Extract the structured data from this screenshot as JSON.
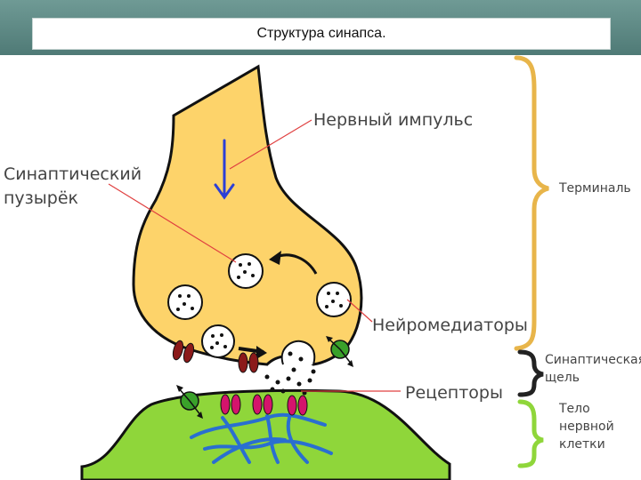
{
  "title": "Структура синапса.",
  "labels": {
    "nerve_impulse": "Нервный импульс",
    "vesicle": "Синаптический пузырёк",
    "terminal": "Терминаль",
    "neurotransmitters": "Нейромедиаторы",
    "synaptic_cleft": "Синаптическая щель",
    "receptors": "Рецепторы",
    "cell_body": "Тело нервной клетки"
  },
  "colors": {
    "terminal_fill": "#fdd36a",
    "cell_fill": "#8fd63a",
    "terminal_bracket": "#e8b54a",
    "cleft_bracket": "#222222",
    "cell_bracket": "#8fd63a",
    "receptor": "#d4146c",
    "channel": "#8b1a1a",
    "pump": "#3aa12a",
    "arrow_blue": "#2c3fd6",
    "pointer_red": "#e04040"
  }
}
